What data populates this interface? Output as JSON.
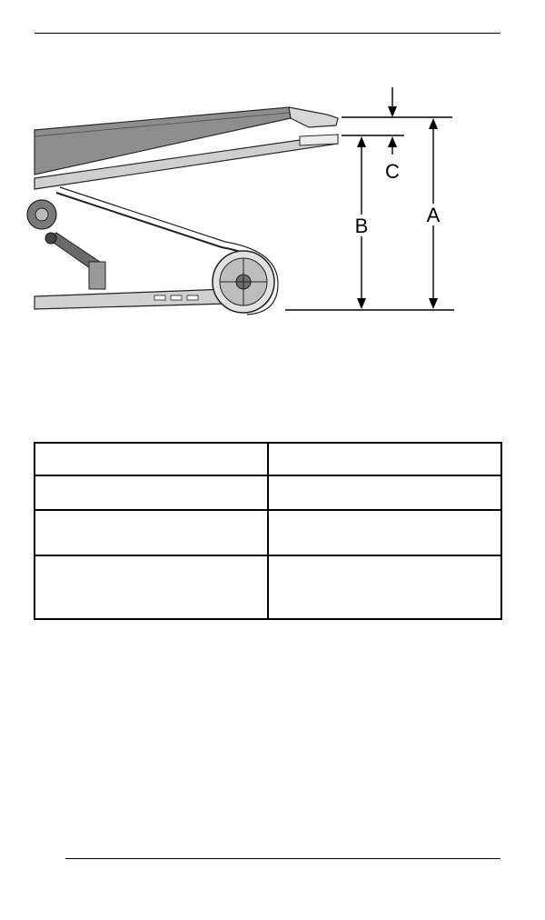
{
  "figure": {
    "labels": {
      "a": "A",
      "b": "B",
      "c": "C"
    },
    "colors": {
      "rail_fill": "#8a8a8a",
      "rail_dark": "#4a4a4a",
      "track_fill": "#bdbdbd",
      "line": "#000000"
    }
  },
  "table": {
    "rows": [
      [
        "",
        ""
      ],
      [
        "",
        ""
      ],
      [
        "",
        ""
      ],
      [
        "",
        ""
      ]
    ]
  }
}
